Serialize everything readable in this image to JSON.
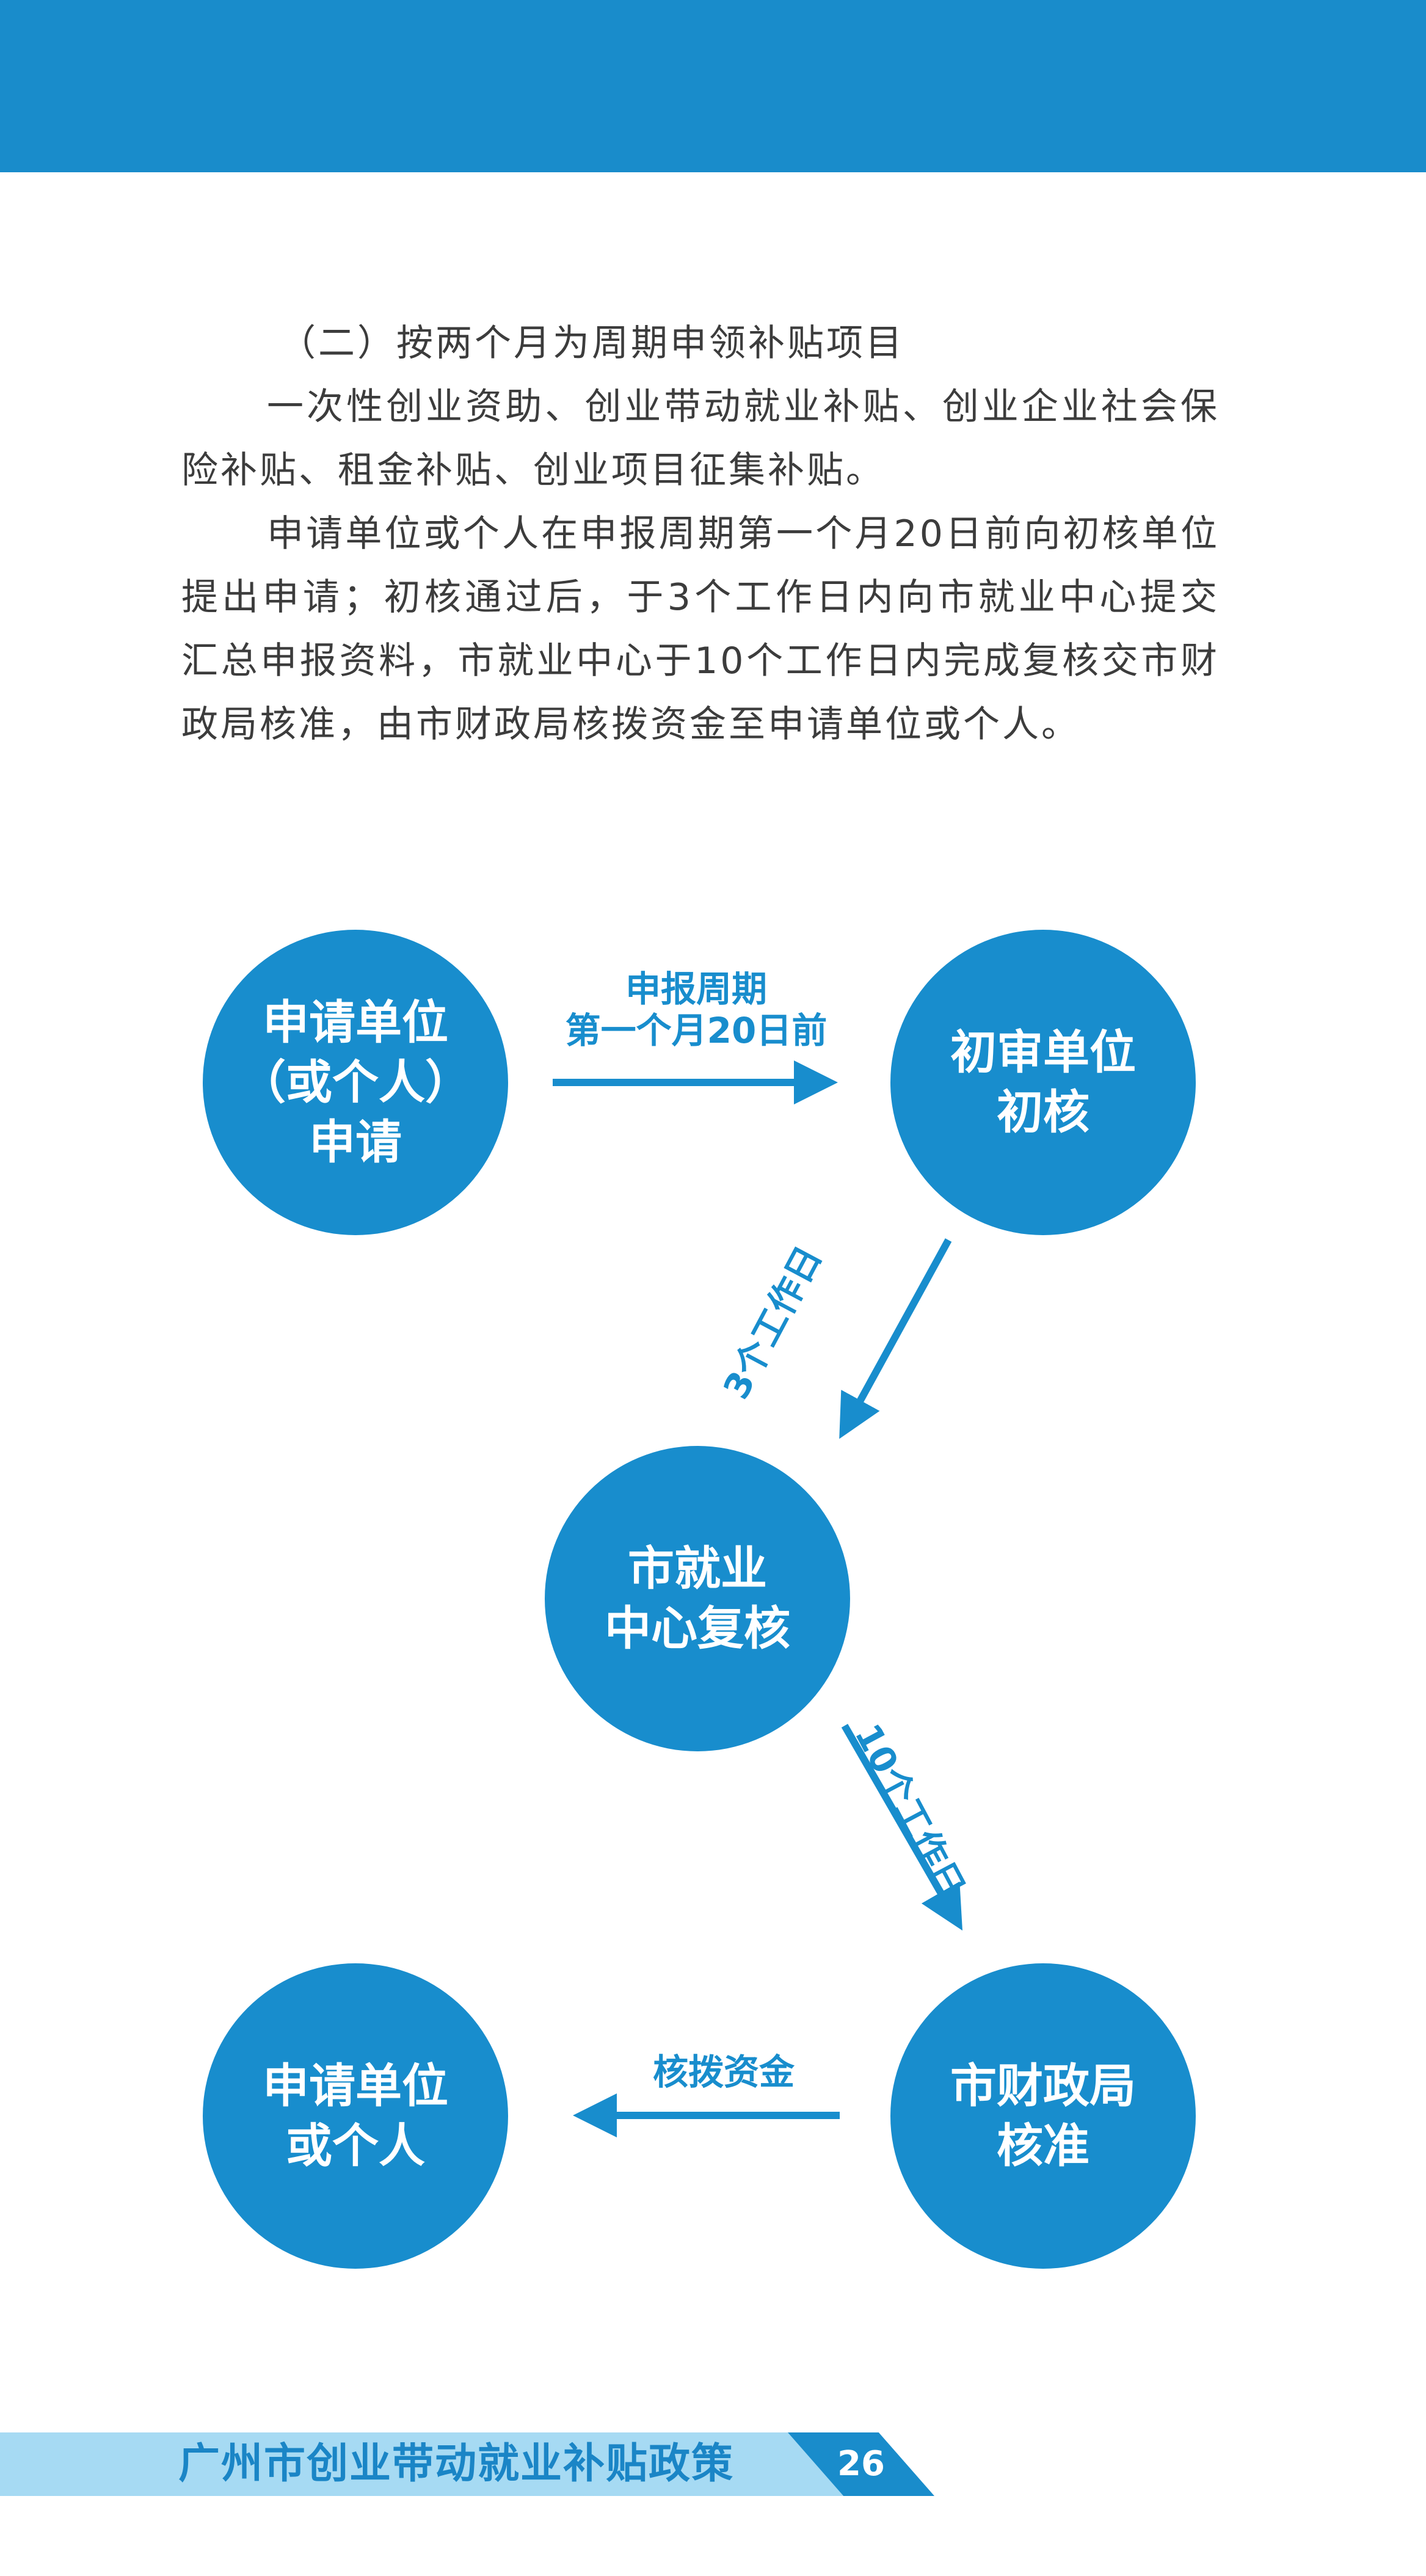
{
  "header": {
    "color": "#198ccb"
  },
  "text": {
    "heading": "（二）按两个月为周期申领补贴项目",
    "p1": "一次性创业资助、创业带动就业补贴、创业企业社会保险补贴、租金补贴、创业项目征集补贴。",
    "p2": "申请单位或个人在申报周期第一个月20日前向初核单位提出申请；初核通过后，于3个工作日内向市就业中心提交汇总申报资料，市就业中心于10个工作日内完成复核交市财政局核准，由市财政局核拨资金至申请单位或个人。"
  },
  "flow": {
    "node1": {
      "line1": "申请单位",
      "line2": "（或个人）",
      "line3": "申请"
    },
    "node2": {
      "line1": "初审单位",
      "line2": "初核"
    },
    "node3": {
      "line1": "市就业",
      "line2": "中心复核"
    },
    "node4": {
      "line1": "市财政局",
      "line2": "核准"
    },
    "node5": {
      "line1": "申请单位",
      "line2": "或个人"
    },
    "edge1": {
      "line1": "申报周期",
      "line2": "第一个月20日前"
    },
    "edge2": "3个工作日",
    "edge3": "10个工作日",
    "edge4": "核拨资金",
    "accent": "#188dcd"
  },
  "footer": {
    "title": "广州市创业带动就业补贴政策",
    "page": "26"
  }
}
